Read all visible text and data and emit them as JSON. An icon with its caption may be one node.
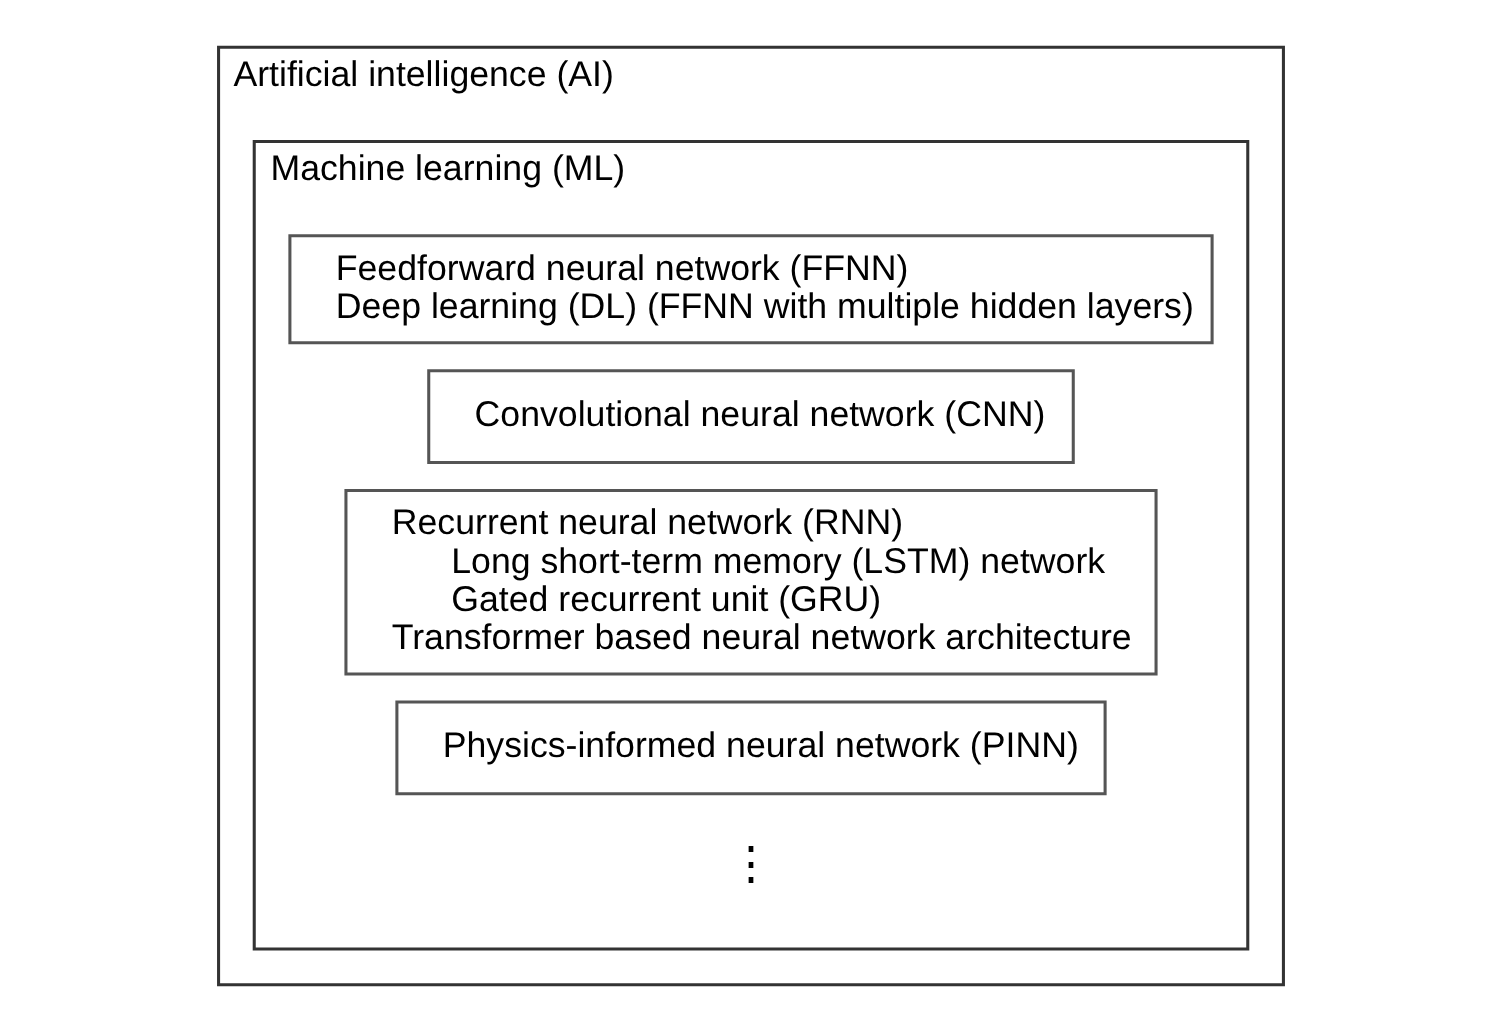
{
  "diagram": {
    "nodes": [
      {
        "text": [
          "Artificial intelligence (AI)"
        ]
      },
      {
        "text": [
          "Machine learning (ML)"
        ],
        "in": 0
      },
      {
        "text": [
          "Feedforward neural network (FFNN)",
          "Deep learning (DL) (FFNN with multiple hidden layers)"
        ],
        "in": 1
      },
      {
        "text": [
          "Convolutional neural network (CNN)"
        ],
        "in": 1
      },
      {
        "text": [
          "Recurrent neural network (RNN)",
          "Long short-term memory (LSTM) network",
          "Gated recurrent unit (GRU)",
          "Transformer based neural network architecture"
        ],
        "in": 1
      },
      {
        "text": [
          "Physics-informed neural network (PINN)"
        ],
        "in": 1
      }
    ],
    "edges": [],
    "labels": [
      "⋮"
    ]
  }
}
